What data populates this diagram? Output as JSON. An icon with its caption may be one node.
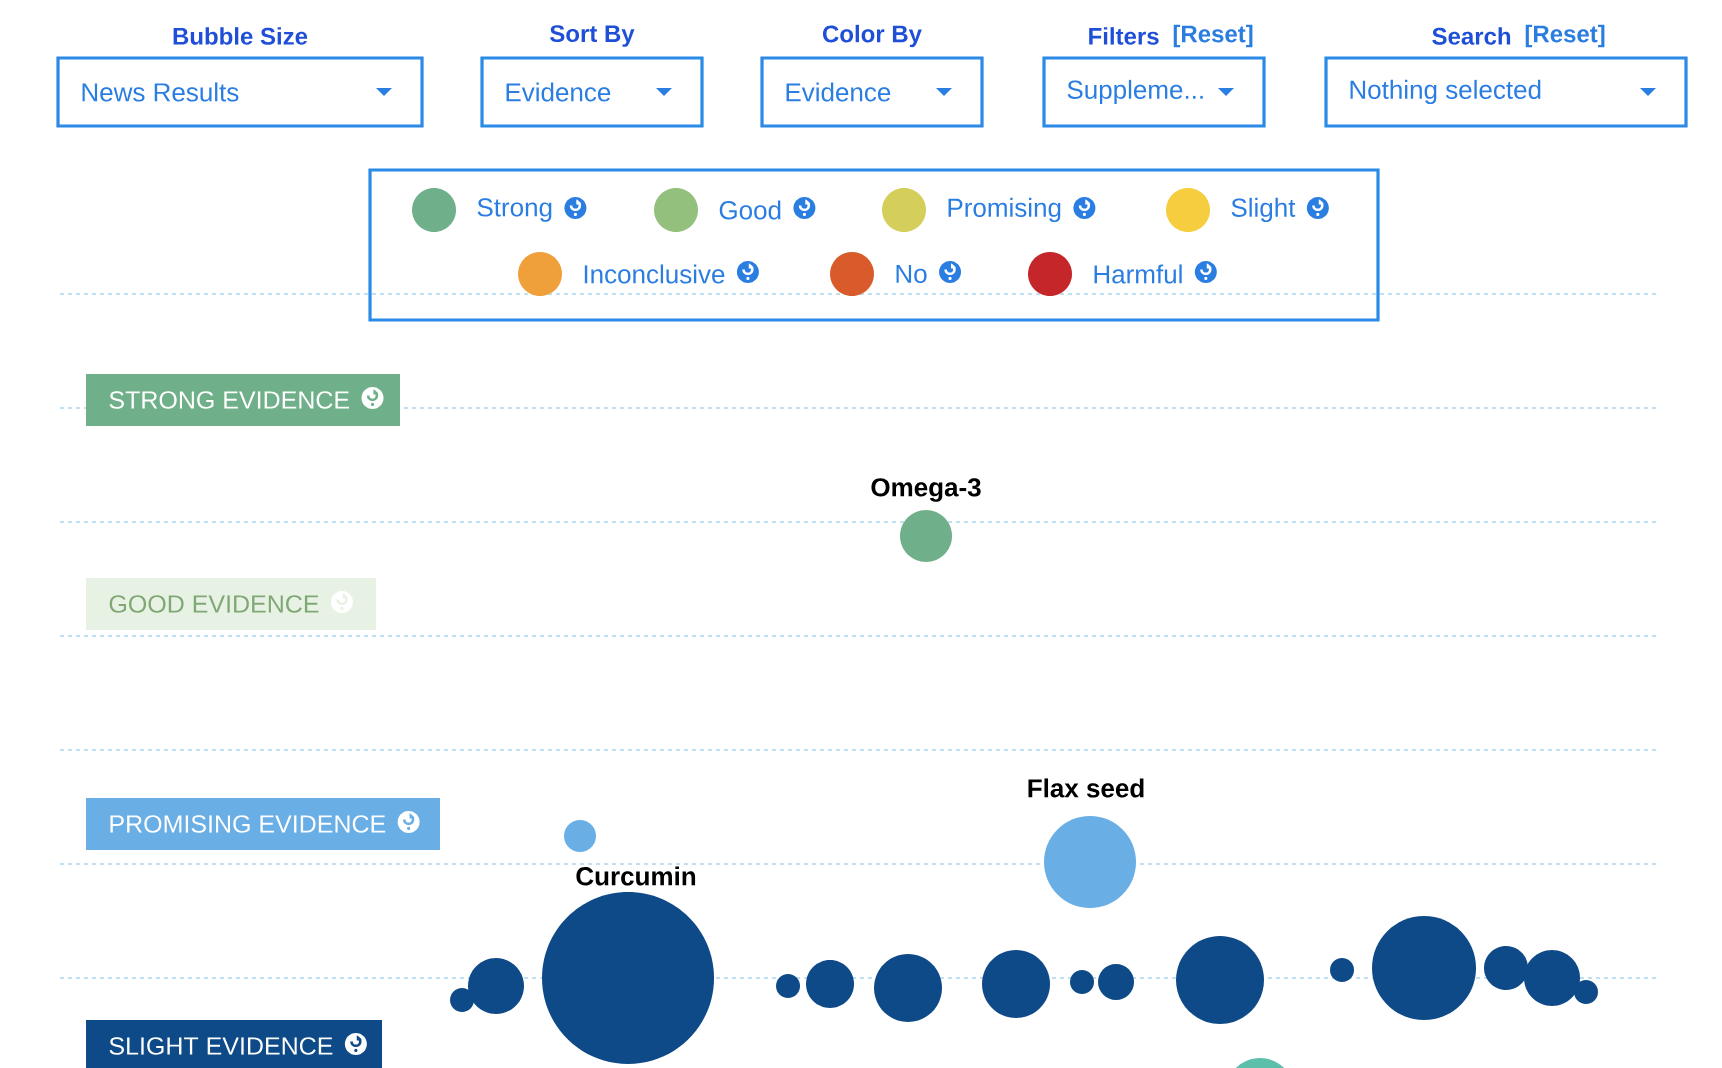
{
  "diagram": {
    "nodes": [
      {
        "text": [
          "Bubble Size",
          "News Results"
        ]
      },
      {
        "text": [
          "Sort By",
          "Evidence"
        ]
      },
      {
        "text": [
          "Color By",
          "Evidence"
        ]
      },
      {
        "text": [
          "Filters",
          "[Reset]",
          "Suppleme..."
        ]
      },
      {
        "text": [
          "Search",
          "[Reset]",
          "Nothing selected"
        ]
      },
      {
        "text": [
          "STRONG EVIDENCE"
        ]
      },
      {
        "text": [
          "GOOD EVIDENCE"
        ]
      },
      {
        "text": [
          "PROMISING EVIDENCE"
        ]
      },
      {
        "text": [
          "SLIGHT EVIDENCE"
        ]
      }
    ],
    "labels": [
      "Omega-3",
      "Flax seed",
      "Curcumin"
    ],
    "legend": [
      {
        "text": "Strong",
        "color": "#6fb08a"
      },
      {
        "text": "Good",
        "color": "#93c07c"
      },
      {
        "text": "Promising",
        "color": "#d4cf5a"
      },
      {
        "text": "Slight",
        "color": "#f5cd3f"
      },
      {
        "text": "Inconclusive",
        "color": "#f0a03a"
      },
      {
        "text": "No",
        "color": "#d95a2b"
      },
      {
        "text": "Harmful",
        "color": "#c4262a"
      }
    ]
  }
}
